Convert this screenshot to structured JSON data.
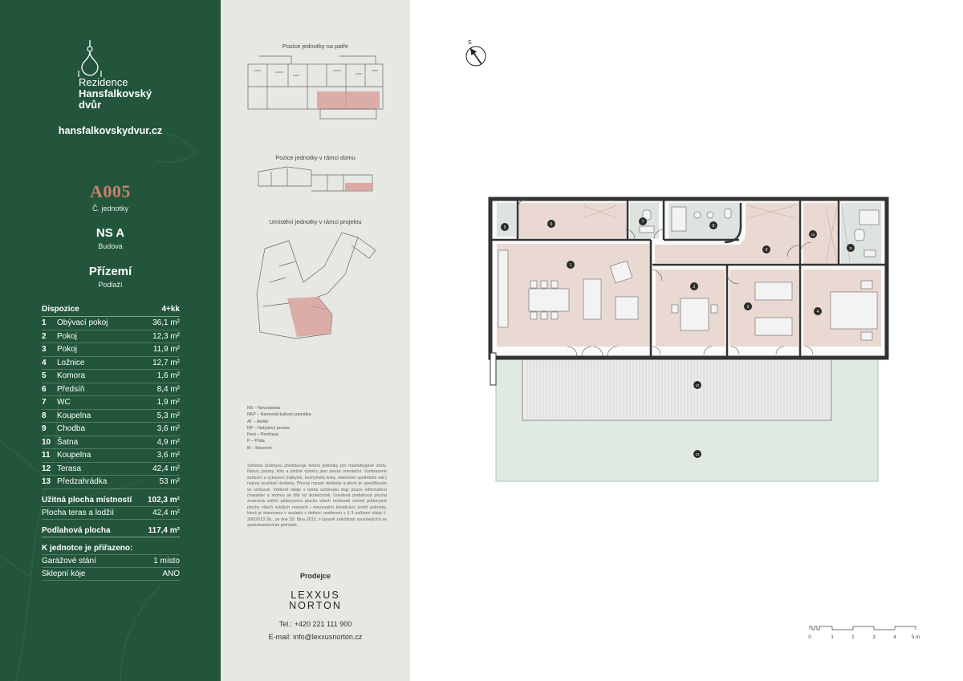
{
  "brand": {
    "logo_line1": "Rezidence",
    "logo_line2": "Hansfalkovský",
    "logo_line3": "dvůr",
    "website": "hansfalkovskydvur.cz"
  },
  "unit": {
    "code": "A005",
    "code_label": "Č. jednotky",
    "building": "NS A",
    "building_label": "Budova",
    "floor": "Přízemí",
    "floor_label": "Podlaží"
  },
  "disposition": {
    "label": "Dispozice",
    "value": "4+kk",
    "rooms": [
      {
        "num": "1",
        "name": "Obývací pokoj",
        "area": "36,1 m²"
      },
      {
        "num": "2",
        "name": "Pokoj",
        "area": "12,3 m²"
      },
      {
        "num": "3",
        "name": "Pokoj",
        "area": "11,9 m²"
      },
      {
        "num": "4",
        "name": "Ložnice",
        "area": "12,7 m²"
      },
      {
        "num": "5",
        "name": "Komora",
        "area": "1,6 m²"
      },
      {
        "num": "6",
        "name": "Předsíň",
        "area": "8,4 m²"
      },
      {
        "num": "7",
        "name": "WC",
        "area": "1,9 m²"
      },
      {
        "num": "8",
        "name": "Koupelna",
        "area": "5,3 m²"
      },
      {
        "num": "9",
        "name": "Chodba",
        "area": "3,6 m²"
      },
      {
        "num": "10",
        "name": "Šatna",
        "area": "4,9 m²"
      },
      {
        "num": "11",
        "name": "Koupelna",
        "area": "3,6 m²"
      },
      {
        "num": "12",
        "name": "Terasa",
        "area": "42,4 m²"
      },
      {
        "num": "13",
        "name": "Předzahrádka",
        "area": "53 m²"
      }
    ]
  },
  "summary": {
    "usable_label": "Užitná plocha místností",
    "usable_value": "102,3 m²",
    "terrace_label": "Plocha teras a lodžií",
    "terrace_value": "42,4 m²",
    "floor_area_label": "Podlahová plocha",
    "floor_area_value": "117,4 m²"
  },
  "assigned": {
    "title": "K jednotce je přiřazeno:",
    "garage_label": "Garážové stání",
    "garage_value": "1 místo",
    "cellar_label": "Sklepní kóje",
    "cellar_value": "ANO"
  },
  "captions": {
    "floor_position": "Pozice jednotky na patře",
    "house_position": "Pozice jednotky v rámci domu",
    "project_position": "Umístění jednotky v rámci projektu"
  },
  "legend": [
    "NS – Novostavba",
    "NKP – Nemovitá kulturní památka",
    "AT – Ateliér",
    "NP – Nebytový prostor",
    "Pent – Penthaus",
    "P – Půda",
    "M – Mezonet"
  ],
  "disclaimer": "Schéma půdorysu představuje řešení jednotky pro marketingové účely. Názvy, popisy, kóty a plošné výměry jsou pouze orientační. Vyobrazené zařízení a vybavení (nábytek, kuchyňská linka, elektrické spotřebiče atd.) nejsou součástí dodávky. Přesný rozsah dodávky a ploch je specifikován ve smlouvě. Veškeré údaje v tomto schématu mají pouze informativní charakter a mohou se lišit od skutečnosti. Uvedená podlahová plocha znamená vnitřní půdorysnou plochu všech místností včetně půdorysné plochy všech svislých nosných i nenosných konstrukcí uvnitř jednotky, která je stanovena v souladu s definicí uvedenou v § 3 nařízení vlády č. 366/2013 Sb., ze dne 30. října 2013, o úpravě záležitostí souvisejících se spoluvlastnictvím jednotek.",
  "seller": {
    "heading": "Prodejce",
    "brand_line1": "LEXXUS",
    "brand_line2": "NORTON",
    "phone": "Tel.: +420 221 111 900",
    "email": "E-mail: info@lexxusnorton.cz"
  },
  "scale": {
    "labels": [
      "0",
      "1",
      "2",
      "3",
      "4",
      "5 m"
    ]
  },
  "compass_label": "S",
  "colors": {
    "green": "#22553b",
    "accent": "#c7826c",
    "room_fill": "#e9d9d2",
    "aux_fill": "#dde3de",
    "terrace": "#e8e8e8",
    "garden": "#e1eae2"
  }
}
